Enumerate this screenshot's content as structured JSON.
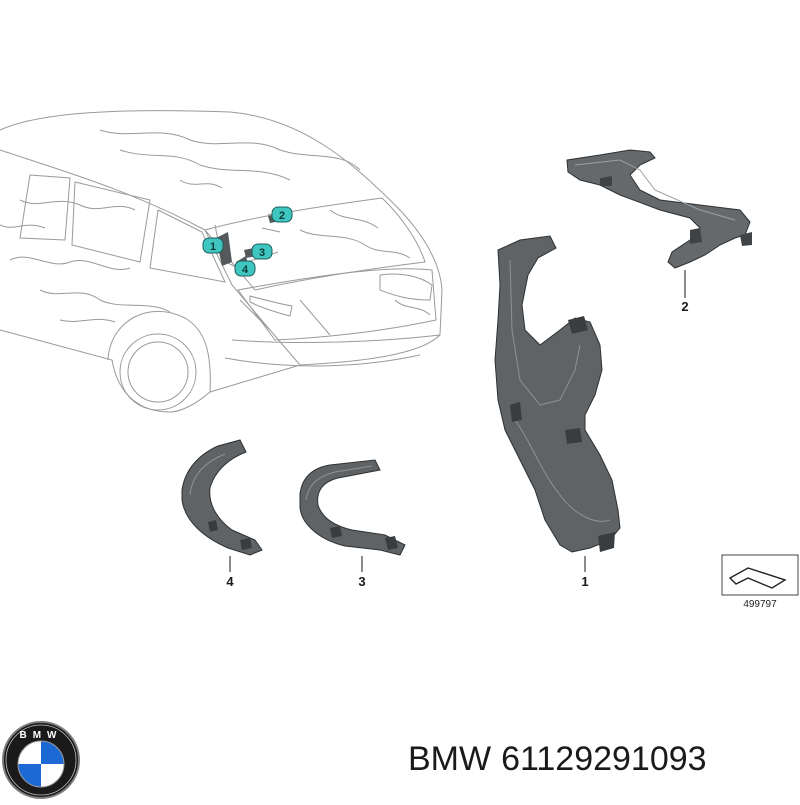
{
  "diagram": {
    "overview_callouts": [
      "1",
      "2",
      "3",
      "4"
    ],
    "part_labels": {
      "part1": "1",
      "part2": "2",
      "part3": "3",
      "part4": "4"
    },
    "reference_code": "499797"
  },
  "footer": {
    "brand": "BMW",
    "part_number": "61129291093"
  },
  "logo": {
    "text": "BMW",
    "colors": {
      "blue": "#1c69d4",
      "ring": "#1a1a1a",
      "white": "#ffffff"
    }
  },
  "colors": {
    "callout_fill": "#3fc6c0",
    "part_fill": "#5f6366",
    "part_dark": "#3a3d40",
    "line": "#8a8a8a"
  }
}
